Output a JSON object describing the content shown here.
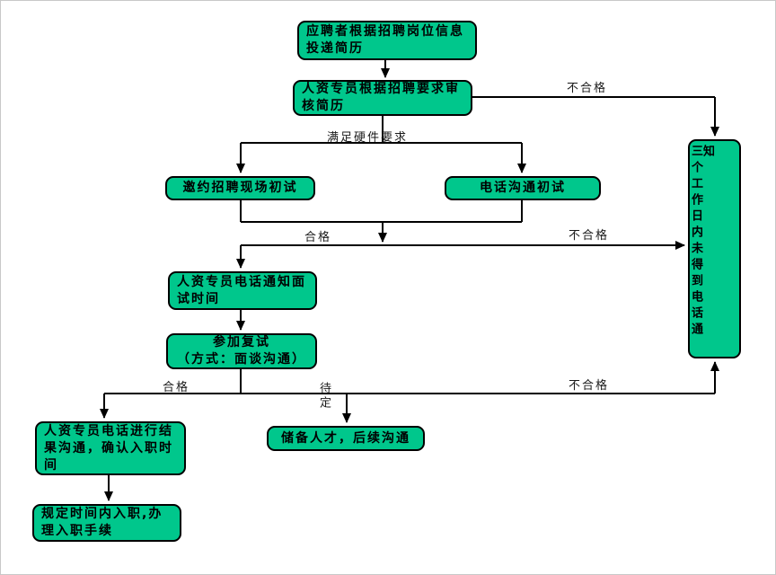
{
  "diagram": {
    "type": "flowchart",
    "colors": {
      "node_fill": "#00C78C",
      "node_border": "#000000",
      "connector": "#000000",
      "label_color": "#1a1a1a"
    },
    "nodes": {
      "apply": "应聘者根据招聘岗位信息投递简历",
      "review": "人资专员根据招聘要求审核简历",
      "onsite_interview": "邀约招聘现场初试",
      "phone_interview": "电话沟通初试",
      "notify_time": "人资专员电话通知面试时间",
      "second_interview": "参加复试\n（方式：面谈沟通）",
      "result_talk": "人资专员电话进行结果沟通，确认入职时间",
      "onboard": "规定时间内入职,办理入职手续",
      "reserve": "储备人才，后续沟通",
      "no_notice": "三个工作日内未得到电话通知"
    },
    "edge_labels": {
      "unqualified_top": "不合格",
      "meet_hardware": "满足硬件要求",
      "qualified_mid": "合格",
      "unqualified_mid": "不合格",
      "qualified_bottom": "合格",
      "pending": "待定",
      "unqualified_bottom": "不合格"
    }
  }
}
